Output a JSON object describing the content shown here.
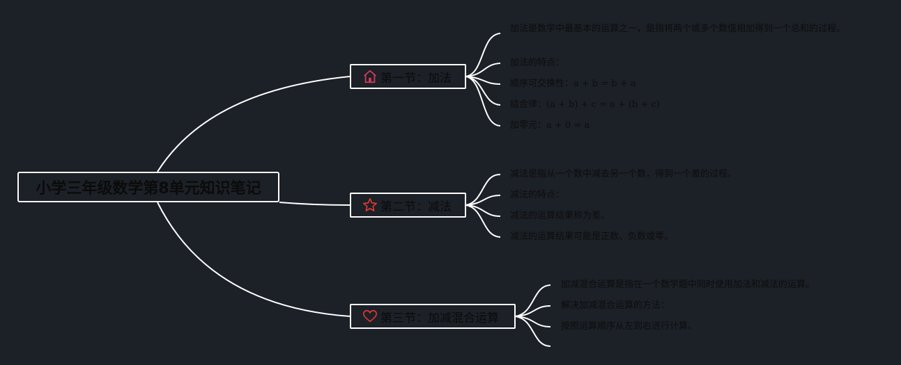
{
  "root": {
    "title": "小学三年级数学第8单元知识笔记"
  },
  "topics": [
    {
      "label": "第一节：加法",
      "icon": "home-icon",
      "icon_color": "#d33a5a",
      "leaves": [
        {
          "text": "加法是数学中最基本的运算之一，是指将两个或多个数值相加得到一个总和的过程。"
        },
        {
          "text": "加法的特点："
        },
        {
          "text": "顺序可交换性：",
          "formula": "a + b = b + a"
        },
        {
          "text": "结合律：",
          "formula": "(a + b) + c = a + (b + c)"
        },
        {
          "text": "加零元：",
          "formula": "a + 0 = a"
        }
      ]
    },
    {
      "label": "第二节：减法",
      "icon": "star-icon",
      "icon_color": "#e03a33",
      "leaves": [
        {
          "text": "减法是指从一个数中减去另一个数，得到一个差的过程。"
        },
        {
          "text": "减法的特点："
        },
        {
          "text": "减法的运算结果称为差。"
        },
        {
          "text": "减法的运算结果可能是正数、负数或零。"
        }
      ]
    },
    {
      "label": "第三节：加减混合运算",
      "icon": "heart-icon",
      "icon_color": "#e03a33",
      "leaves": [
        {
          "text": "加减混合运算是指在一个数学题中同时使用加法和减法的运算。"
        },
        {
          "text": "解决加减混合运算的方法："
        },
        {
          "text": "按照运算顺序从左到右进行计算。"
        }
      ]
    }
  ],
  "colors": {
    "background": "#1c2027",
    "connector": "#ffffff",
    "text": "#0d0d0d"
  }
}
